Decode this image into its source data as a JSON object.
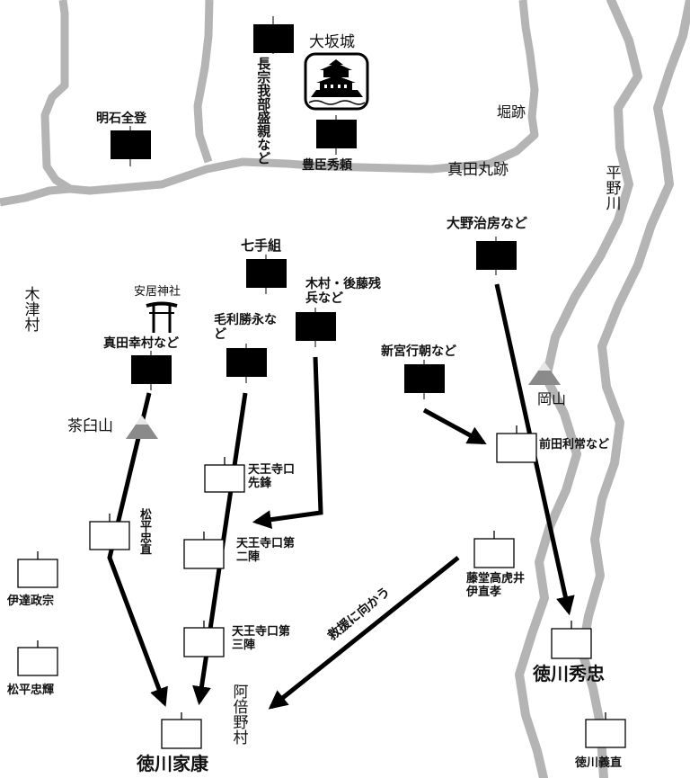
{
  "landmarks": {
    "castle": "大坂城",
    "moat": "堀跡",
    "sanadamaru": "真田丸跡",
    "hirano_river": "平野川",
    "kizu_village": "木津村",
    "yasui_shrine": "安居神社",
    "chausuyama": "茶臼山",
    "okayama": "岡山",
    "abeno_village": "阿倍野村"
  },
  "toyotomi_units": {
    "chosokabe": "長宗我部盛親など",
    "hideyori": "豊臣秀頼",
    "akashi": "明石全登",
    "shichitegumi": "七手組",
    "ono": "大野治房など",
    "kimura": "木村・後藤残兵など",
    "mori": "毛利勝永など",
    "sanada": "真田幸村など",
    "shingu": "新宮行朝など"
  },
  "tokugawa_units": {
    "maeda": "前田利常など",
    "todo_ii": "藤堂高虎井伊直孝",
    "tennoji1": "天王寺口先鋒",
    "tennoji2": "天王寺口第二陣",
    "tennoji3": "天王寺口第三陣",
    "matsudaira_tadanao": "松平忠直",
    "date": "伊達政宗",
    "matsudaira_tadateru": "松平忠輝",
    "hidetada": "徳川秀忠",
    "ieyasu": "徳川家康",
    "yoshinao": "徳川義直"
  },
  "annotations": {
    "reinforce": "救援に向かう"
  },
  "colors": {
    "river": "#b4b4b4",
    "toyotomi": "#000000",
    "tokugawa": "#ffffff",
    "mountain": "#8a8a8a",
    "arrow": "#000000"
  }
}
